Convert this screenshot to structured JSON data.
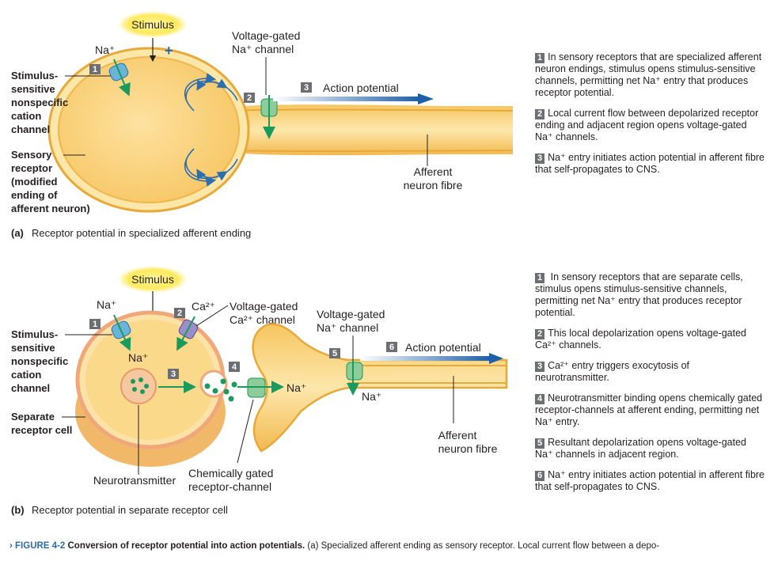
{
  "panel_a": {
    "stimulus": "Stimulus",
    "plus": "+",
    "na_label": "Na⁺",
    "vg_na_channel": [
      "Voltage-gated",
      "Na⁺ channel"
    ],
    "action_potential": "Action potential",
    "stim_channel_label": [
      "Stimulus-",
      "sensitive",
      "nonspecific",
      "cation",
      "channel"
    ],
    "sensory_receptor_label": [
      "Sensory",
      "receptor",
      "(modified",
      "ending of",
      "afferent neuron)"
    ],
    "afferent_fibre": [
      "Afferent",
      "neuron fibre"
    ],
    "caption_letter": "(a)",
    "caption": "Receptor potential in specialized afferent ending",
    "step_nums": [
      "1",
      "2",
      "3"
    ],
    "steps": [
      {
        "num": "1",
        "text": "In sensory receptors that are specialized afferent neuron endings, stimulus opens stimulus-sensitive channels, permitting net Na⁺ entry that produces receptor potential."
      },
      {
        "num": "2",
        "text": "Local current flow between depolarized receptor ending and adjacent region opens voltage-gated Na⁺ channels."
      },
      {
        "num": "3",
        "text": "Na⁺ entry initiates action potential in afferent fibre that self-propagates to CNS."
      }
    ]
  },
  "panel_b": {
    "stimulus": "Stimulus",
    "na_label": "Na⁺",
    "ca_label": "Ca²⁺",
    "vg_ca_channel": [
      "Voltage-gated",
      "Ca²⁺ channel"
    ],
    "vg_na_channel": [
      "Voltage-gated",
      "Na⁺ channel"
    ],
    "action_potential": "Action potential",
    "na_inside": "Na⁺",
    "na_ending": "Na⁺",
    "na_fibre": "Na⁺",
    "stim_channel_label": [
      "Stimulus-",
      "sensitive",
      "nonspecific",
      "cation",
      "channel"
    ],
    "separate_cell_label": [
      "Separate",
      "receptor cell"
    ],
    "neurotransmitter": "Neurotransmitter",
    "chem_gated": [
      "Chemically gated",
      "receptor-channel"
    ],
    "afferent_fibre": [
      "Afferent",
      "neuron fibre"
    ],
    "caption_letter": "(b)",
    "caption": "Receptor potential in separate receptor cell",
    "step_nums": [
      "1",
      "2",
      "3",
      "4",
      "5",
      "6"
    ],
    "steps": [
      {
        "num": "1",
        "text": " In sensory receptors that are separate cells, stimulus opens stimulus-sensitive channels, permitting net Na⁺ entry that produces receptor potential."
      },
      {
        "num": "2",
        "text": "This local depolarization opens voltage-gated Ca²⁺ channels."
      },
      {
        "num": "3",
        "text": "Ca²⁺ entry triggers exocytosis of neurotransmitter."
      },
      {
        "num": "4",
        "text": "Neurotransmitter binding opens chemically gated receptor-channels at afferent ending, permitting net Na⁺ entry."
      },
      {
        "num": "5",
        "text": "Resultant depolarization opens voltage-gated Na⁺ channels in adjacent region."
      },
      {
        "num": "6",
        "text": "Na⁺ entry initiates action potential in afferent fibre that self-propagates to CNS."
      }
    ]
  },
  "figure_caption": {
    "prefix": "› FIGURE 4-2",
    "title": "Conversion of receptor potential into action potentials.",
    "rest": "(a) Specialized afferent ending as sensory receptor. Local current flow between a depo-"
  },
  "colors": {
    "cell_fill": "#fbd98b",
    "membrane": "#e8a93a",
    "membrane_light": "#fde9b6",
    "arrow_green": "#1a9a5c",
    "arrow_blue": "#2369b3",
    "current_blue": "#2c6fb0",
    "channel_blue": "#6ab4d8",
    "channel_green": "#8ecc9a",
    "channel_purple": "#9b8ec8",
    "stimulus_glow": "#fff27a"
  }
}
